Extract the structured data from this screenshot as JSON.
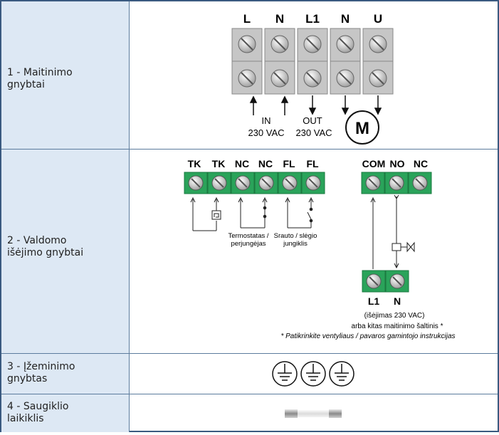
{
  "rows": [
    {
      "label": "1 - Maitinimo\n    gnybtai"
    },
    {
      "label": "2 - Valdomo\n    išėjimo gnybtai"
    },
    {
      "label": "3 - Įžeminimo\n    gnybtas"
    },
    {
      "label": "4 - Saugiklio\n    laikiklis"
    }
  ],
  "power": {
    "terminals": [
      "L",
      "N",
      "L1",
      "N",
      "U"
    ],
    "in_label": "IN",
    "in_voltage": "230 VAC",
    "out_label": "OUT",
    "out_voltage": "230 VAC",
    "motor": "M"
  },
  "control": {
    "left_terminals": [
      "TK",
      "TK",
      "NC",
      "NC",
      "FL",
      "FL"
    ],
    "right_terminals": [
      "COM",
      "NO",
      "NC"
    ],
    "thermostat_line1": "Termostatas /",
    "thermostat_line2": "perjungėjas",
    "flow_line1": "Srauto / slėgio",
    "flow_line2": "jungiklis",
    "lower_terminals": [
      "L1",
      "N"
    ],
    "note1": "(išėjimas 230 VAC)",
    "note2": "arba kitas maitinimo šaltinis *",
    "note3": "* Patikrinkite ventyliaus / pavaros gamintojo instrukcijas"
  },
  "colors": {
    "border": "#3a5a80",
    "left_bg": "#dde8f4",
    "terminal_grey": "#c6c6c6",
    "terminal_green": "#2aa35a"
  }
}
